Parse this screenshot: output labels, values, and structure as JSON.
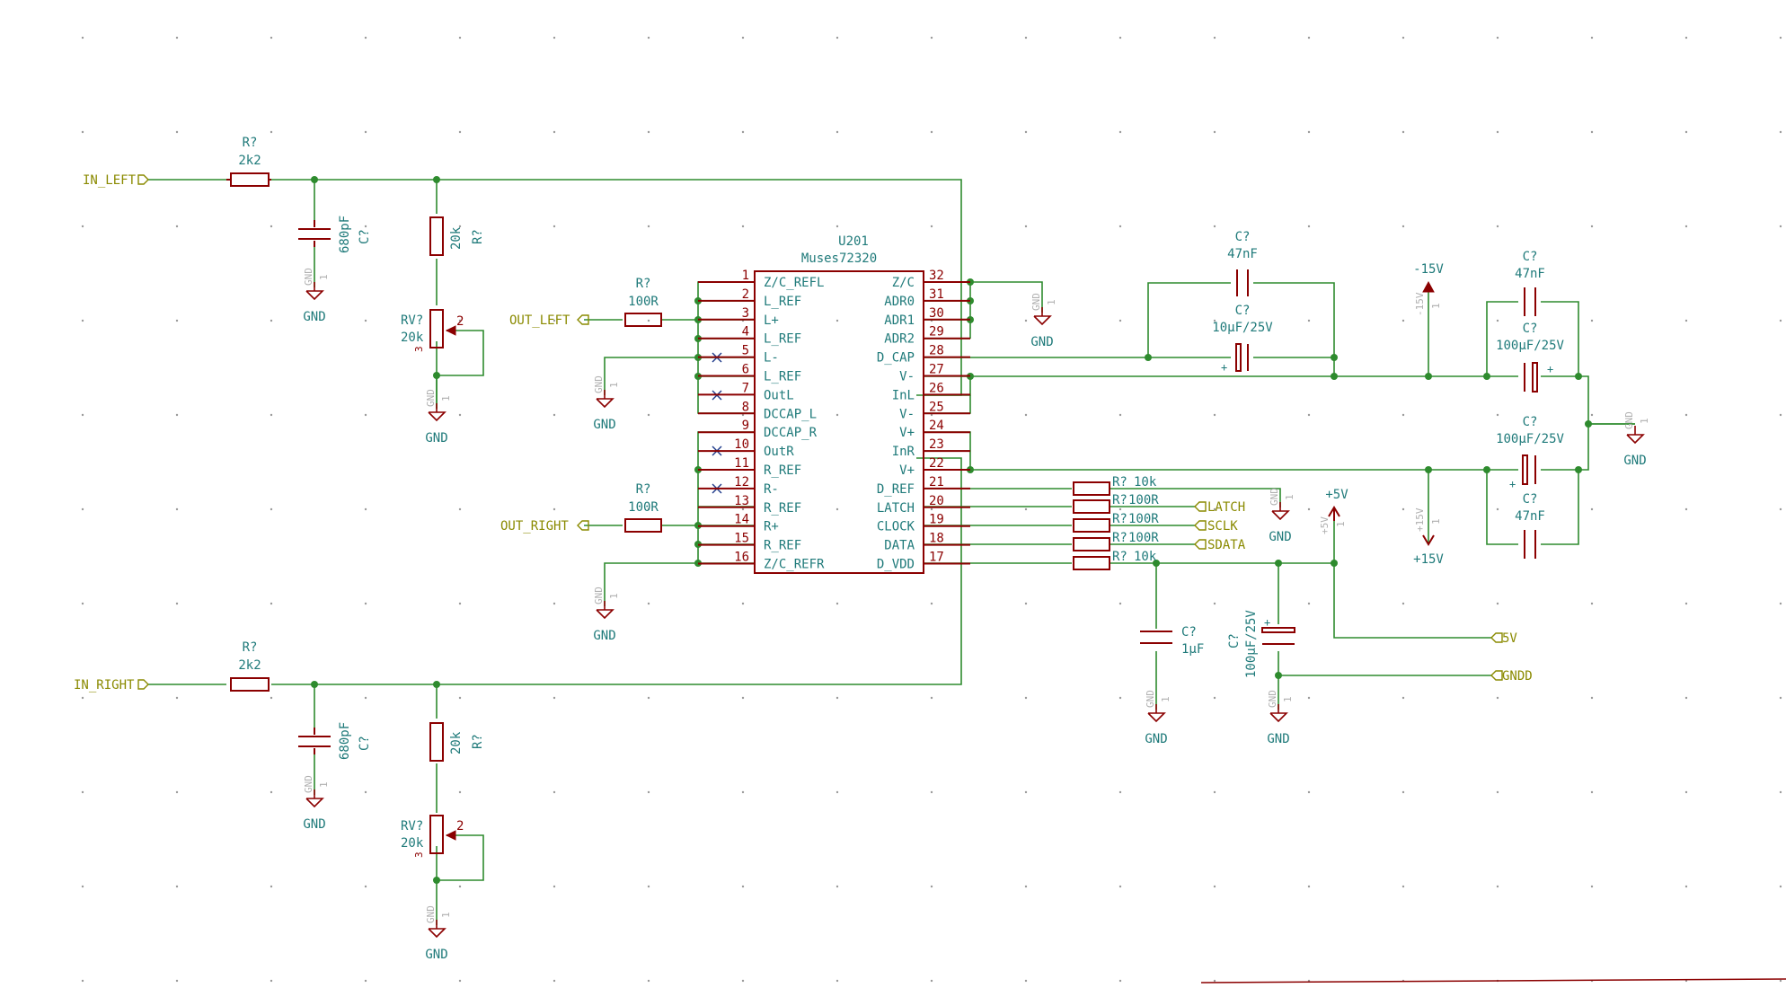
{
  "net_labels": {
    "in_left": "IN_LEFT",
    "in_right": "IN_RIGHT",
    "out_left": "OUT_LEFT",
    "out_right": "OUT_RIGHT",
    "latch": "LATCH",
    "sclk": "SCLK",
    "sdata": "SDATA",
    "v5": "5V",
    "gndd": "GNDD"
  },
  "ic": {
    "ref": "U201",
    "value": "Muses72320",
    "left_pins": [
      {
        "num": "1",
        "name": "Z/C_REFL"
      },
      {
        "num": "2",
        "name": "L_REF"
      },
      {
        "num": "3",
        "name": "L+"
      },
      {
        "num": "4",
        "name": "L_REF"
      },
      {
        "num": "5",
        "name": "L-"
      },
      {
        "num": "6",
        "name": "L_REF"
      },
      {
        "num": "7",
        "name": "OutL"
      },
      {
        "num": "8",
        "name": "DCCAP_L"
      },
      {
        "num": "9",
        "name": "DCCAP_R"
      },
      {
        "num": "10",
        "name": "OutR"
      },
      {
        "num": "11",
        "name": "R_REF"
      },
      {
        "num": "12",
        "name": "R-"
      },
      {
        "num": "13",
        "name": "R_REF"
      },
      {
        "num": "14",
        "name": "R+"
      },
      {
        "num": "15",
        "name": "R_REF"
      },
      {
        "num": "16",
        "name": "Z/C_REFR"
      }
    ],
    "right_pins": [
      {
        "num": "32",
        "name": "Z/C"
      },
      {
        "num": "31",
        "name": "ADR0"
      },
      {
        "num": "30",
        "name": "ADR1"
      },
      {
        "num": "29",
        "name": "ADR2"
      },
      {
        "num": "28",
        "name": "D_CAP"
      },
      {
        "num": "27",
        "name": "V-"
      },
      {
        "num": "26",
        "name": "InL"
      },
      {
        "num": "25",
        "name": "V-"
      },
      {
        "num": "24",
        "name": "V+"
      },
      {
        "num": "23",
        "name": "InR"
      },
      {
        "num": "22",
        "name": "V+"
      },
      {
        "num": "21",
        "name": "D_REF"
      },
      {
        "num": "20",
        "name": "LATCH"
      },
      {
        "num": "19",
        "name": "CLOCK"
      },
      {
        "num": "18",
        "name": "DATA"
      },
      {
        "num": "17",
        "name": "D_VDD"
      }
    ]
  },
  "components": {
    "r_in_left": {
      "ref": "R?",
      "value": "2k2"
    },
    "r_in_right": {
      "ref": "R?",
      "value": "2k2"
    },
    "c_in_left": {
      "ref": "C?",
      "value": "680pF"
    },
    "c_in_right": {
      "ref": "C?",
      "value": "680pF"
    },
    "r_20k_left": {
      "ref": "R?",
      "value": "20k"
    },
    "r_20k_right": {
      "ref": "R?",
      "value": "20k"
    },
    "rv_left": {
      "ref": "RV?",
      "value": "20k",
      "pin": "2",
      "pin_b": "3"
    },
    "rv_right": {
      "ref": "RV?",
      "value": "20k",
      "pin": "2",
      "pin_b": "3"
    },
    "r_out_left": {
      "ref": "R?",
      "value": "100R"
    },
    "r_out_right": {
      "ref": "R?",
      "value": "100R"
    },
    "c_dcap_47": {
      "ref": "C?",
      "value": "47nF"
    },
    "c_dcap_10u": {
      "ref": "C?",
      "value": "10µF/25V"
    },
    "c_neg_47": {
      "ref": "C?",
      "value": "47nF"
    },
    "c_neg_100u": {
      "ref": "C?",
      "value": "100µF/25V"
    },
    "c_pos_100u": {
      "ref": "C?",
      "value": "100µF/25V"
    },
    "c_pos_47": {
      "ref": "C?",
      "value": "47nF"
    },
    "r_dref": {
      "ref": "R?",
      "value": "10k"
    },
    "r_latch": {
      "ref": "R?",
      "value": "100R"
    },
    "r_clock": {
      "ref": "R?",
      "value": "100R"
    },
    "r_data": {
      "ref": "R?",
      "value": "100R"
    },
    "r_dvdd": {
      "ref": "R?",
      "value": "10k"
    },
    "c_1u": {
      "ref": "C?",
      "value": "1µF"
    },
    "c_dvdd_100u": {
      "ref": "C?",
      "value": "100µF/25V"
    },
    "polarity": "+"
  },
  "power": {
    "gnd": "GND",
    "gnd_ghost": "GND",
    "pin1": "1",
    "minus15": "-15V",
    "plus15": "+15V",
    "plus5": "+5V"
  }
}
